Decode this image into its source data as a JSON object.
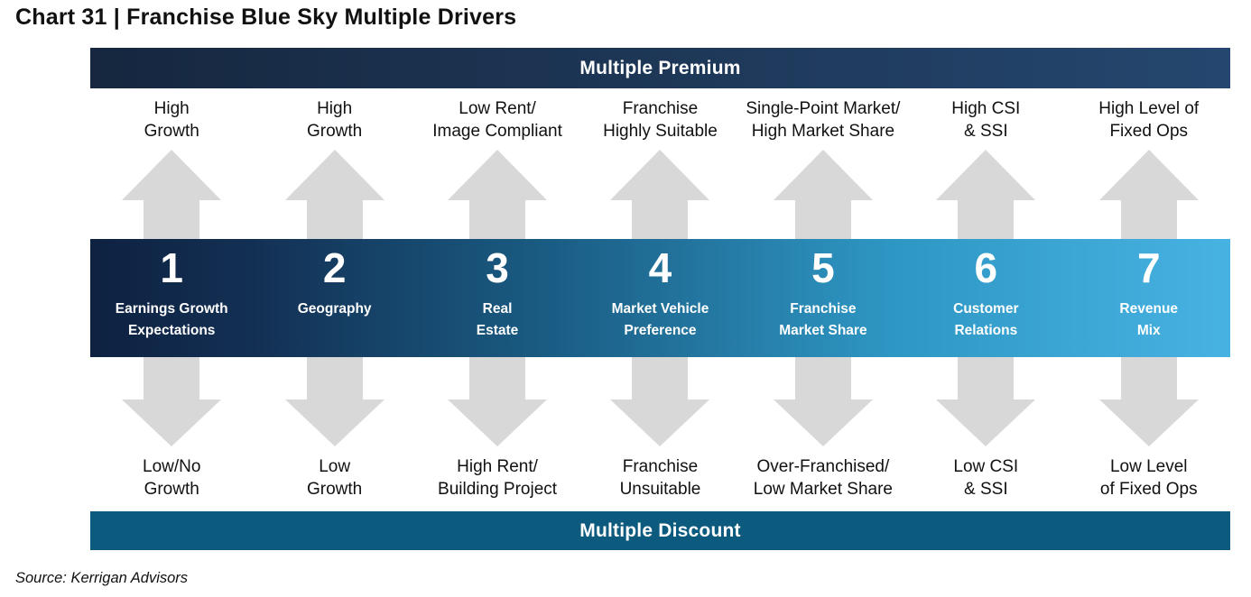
{
  "title": "Chart 31 | Franchise Blue Sky Multiple Drivers",
  "banners": {
    "premium": "Multiple Premium",
    "discount": "Multiple Discount"
  },
  "drivers": [
    {
      "number": "1",
      "name": "Earnings Growth\nExpectations",
      "premium": "High\nGrowth",
      "discount": "Low/No\nGrowth"
    },
    {
      "number": "2",
      "name": "Geography",
      "premium": "High\nGrowth",
      "discount": "Low\nGrowth"
    },
    {
      "number": "3",
      "name": "Real\nEstate",
      "premium": "Low Rent/\nImage Compliant",
      "discount": "High Rent/\nBuilding Project"
    },
    {
      "number": "4",
      "name": "Market Vehicle\nPreference",
      "premium": "Franchise\nHighly Suitable",
      "discount": "Franchise\nUnsuitable"
    },
    {
      "number": "5",
      "name": "Franchise\nMarket Share",
      "premium": "Single-Point Market/\nHigh Market Share",
      "discount": "Over-Franchised/\nLow Market Share"
    },
    {
      "number": "6",
      "name": "Customer\nRelations",
      "premium": "High CSI\n& SSI",
      "discount": "Low CSI\n& SSI"
    },
    {
      "number": "7",
      "name": "Revenue\nMix",
      "premium": "High Level of\nFixed Ops",
      "discount": "Low Level\nof Fixed Ops"
    }
  ],
  "source": "Source: Kerrigan Advisors",
  "colors": {
    "premium_banner_left": "#16273f",
    "premium_banner_right": "#25476f",
    "bar_gradient_left": "#0e2141",
    "bar_gradient_right": "#47b3e2",
    "discount_banner": "#0c5a7d",
    "arrow_gray": "#d8d8d8",
    "text_dark": "#111111",
    "text_light": "#ffffff"
  }
}
